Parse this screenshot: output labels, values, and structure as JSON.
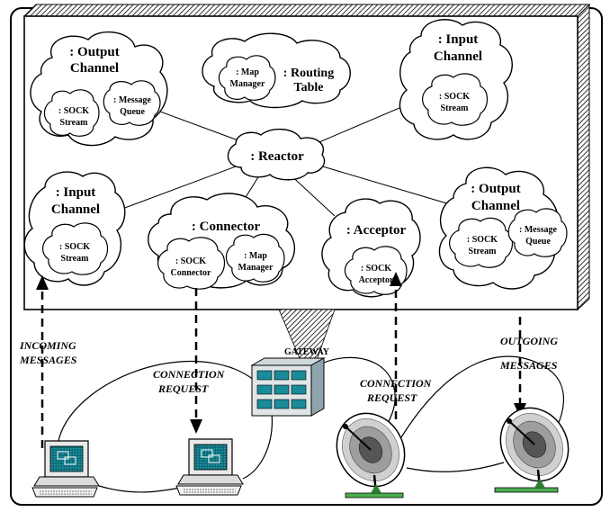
{
  "title": "",
  "gateway_label": "GATEWAY",
  "components": {
    "output_channel_top": {
      "name_line1": ": Output",
      "name_line2": "Channel",
      "sub1_line1": ": SOCK",
      "sub1_line2": "Stream",
      "sub2_line1": ": Message",
      "sub2_line2": "Queue"
    },
    "routing_table": {
      "sub_line1": ": Map",
      "sub_line2": "Manager",
      "name_line1": ": Routing",
      "name_line2": "Table"
    },
    "input_channel_top": {
      "name_line1": ": Input",
      "name_line2": "Channel",
      "sub_line1": ": SOCK",
      "sub_line2": "Stream"
    },
    "reactor": {
      "name": ": Reactor"
    },
    "input_channel_left": {
      "name_line1": ": Input",
      "name_line2": "Channel",
      "sub_line1": ": SOCK",
      "sub_line2": "Stream"
    },
    "connector": {
      "name": ": Connector",
      "sub1_line1": ": SOCK",
      "sub1_line2": "Connector",
      "sub2_line1": ": Map",
      "sub2_line2": "Manager"
    },
    "acceptor": {
      "name": ": Acceptor",
      "sub_line1": ": SOCK",
      "sub_line2": "Acceptor"
    },
    "output_channel_right": {
      "name_line1": ": Output",
      "name_line2": "Channel",
      "sub1_line1": ": SOCK",
      "sub1_line2": "Stream",
      "sub2_line1": ": Message",
      "sub2_line2": "Queue"
    }
  },
  "annotations": {
    "incoming_line1": "INCOMING",
    "incoming_line2": "MESSAGES",
    "conn_req_left_line1": "CONNECTION",
    "conn_req_left_line2": "REQUEST",
    "conn_req_right_line1": "CONNECTION",
    "conn_req_right_line2": "REQUEST",
    "outgoing_line1": "OUTGOING",
    "outgoing_line2": "MESSAGES"
  },
  "icons": [
    "computer-icon",
    "computer-icon",
    "gateway-server-icon",
    "satellite-dish-icon",
    "satellite-dish-icon"
  ]
}
